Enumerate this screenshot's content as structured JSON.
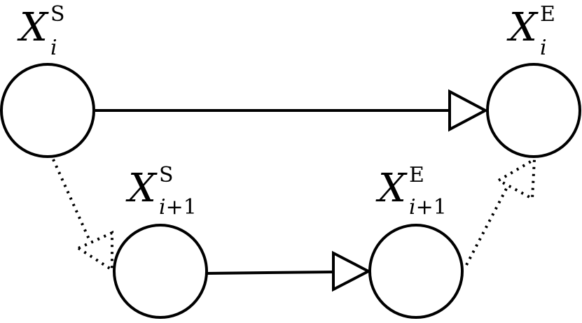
{
  "nodes": [
    {
      "id": "xs_i",
      "main": "X",
      "sup": "S",
      "sub_var": "i",
      "sub_rest": ""
    },
    {
      "id": "xe_i",
      "main": "X",
      "sup": "E",
      "sub_var": "i",
      "sub_rest": ""
    },
    {
      "id": "xs_i1",
      "main": "X",
      "sup": "S",
      "sub_var": "i",
      "sub_rest": "+1"
    },
    {
      "id": "xe_i1",
      "main": "X",
      "sup": "E",
      "sub_var": "i",
      "sub_rest": "+1"
    }
  ],
  "edges": [
    {
      "from": "xs_i",
      "to": "xe_i",
      "style": "solid"
    },
    {
      "from": "xs_i1",
      "to": "xe_i1",
      "style": "solid"
    },
    {
      "from": "xs_i",
      "to": "xs_i1",
      "style": "dotted"
    },
    {
      "from": "xe_i1",
      "to": "xe_i",
      "style": "dotted"
    }
  ],
  "colors": {
    "stroke": "#000000",
    "fill": "#ffffff"
  }
}
